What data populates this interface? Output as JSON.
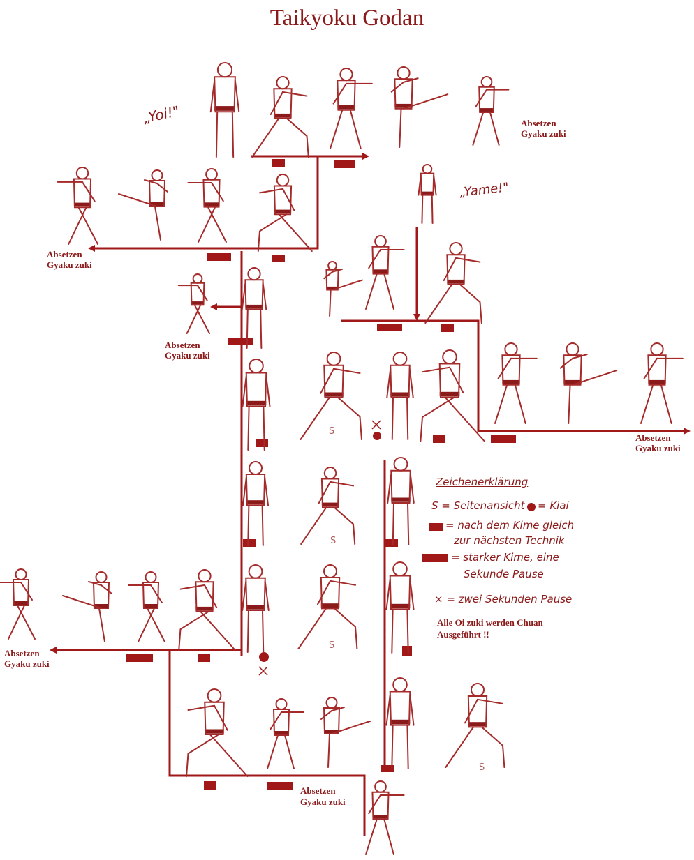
{
  "title": "Taikyoku Godan",
  "colors": {
    "ink": "#8b1a1a",
    "figure": "#a52a2a",
    "mark": "#a01818"
  },
  "commands": {
    "start": "„Yoi!\"",
    "end": "„Yame!\""
  },
  "notes": {
    "absetzen": "Absetzen",
    "gyaku": "Gyaku zuki",
    "side_view": "S"
  },
  "legend": {
    "heading": "Zeichenerklärung",
    "side_view": "S = Seitenansicht",
    "kiai": "= Kiai",
    "short_kime_1": "= nach dem Kime gleich",
    "short_kime_2": "zur nächsten Technik",
    "long_kime_1": "= starker Kime, eine",
    "long_kime_2": "Sekunde Pause",
    "pause": "× = zwei Sekunden Pause",
    "note_1": "Alle Oi zuki werden Chuan",
    "note_2": "Ausgeführt !!"
  }
}
